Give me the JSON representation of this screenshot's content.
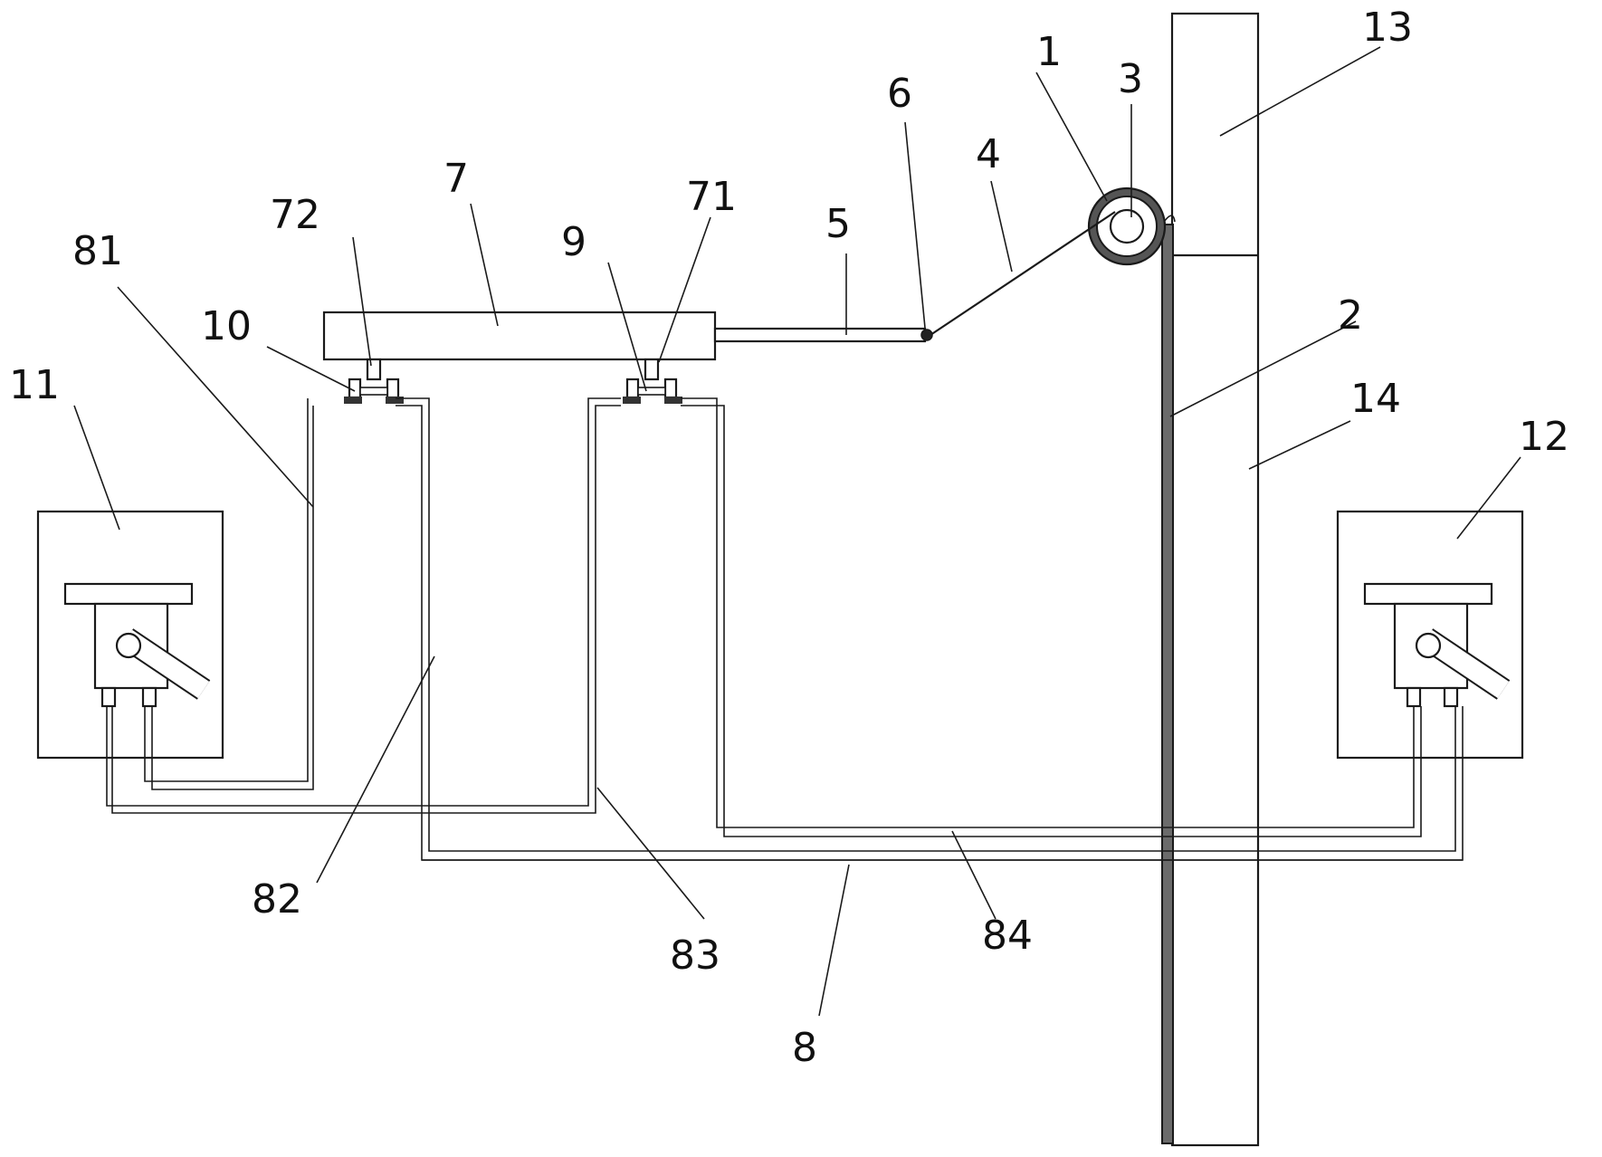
{
  "labels": {
    "l1": "1",
    "l2": "2",
    "l3": "3",
    "l4": "4",
    "l5": "5",
    "l6": "6",
    "l7": "7",
    "l71": "71",
    "l72": "72",
    "l8": "8",
    "l81": "81",
    "l82": "82",
    "l83": "83",
    "l84": "84",
    "l9": "9",
    "l10": "10",
    "l11": "11",
    "l12": "12",
    "l13": "13",
    "l14": "14"
  }
}
